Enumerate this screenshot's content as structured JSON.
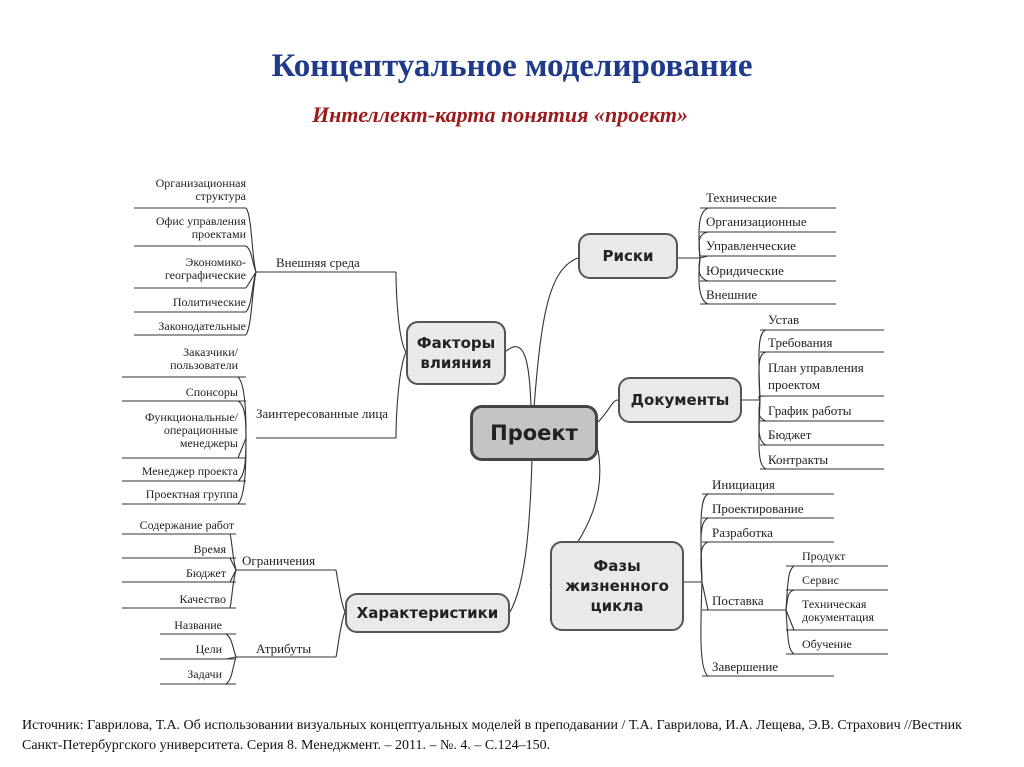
{
  "header": {
    "title": "Концептуальное моделирование",
    "subtitle": "Интеллект-карта понятия «проект»"
  },
  "nodes": {
    "center": "Проект",
    "factors": "Факторы влияния",
    "characteristics": "Характеристики",
    "risks": "Риски",
    "documents": "Документы",
    "phases": "Фазы жизненного цикла"
  },
  "factors": {
    "external": {
      "label": "Внешняя среда",
      "items": [
        "Организационная структура",
        "Офис управления проектами",
        "Экономико-географические",
        "Политические",
        "Законодательные"
      ]
    },
    "stakeholders": {
      "label": "Заинтересованные лица",
      "items": [
        "Заказчики/ пользователи",
        "Спонсоры",
        "Функциональные/ операционные менеджеры",
        "Менеджер проекта",
        "Проектная группа"
      ]
    }
  },
  "characteristics": {
    "constraints": {
      "label": "Ограничения",
      "items": [
        "Содержание работ",
        "Время",
        "Бюджет",
        "Качество"
      ]
    },
    "attributes": {
      "label": "Атрибуты",
      "items": [
        "Название",
        "Цели",
        "Задачи"
      ]
    }
  },
  "risks": {
    "items": [
      "Технические",
      "Организационные",
      "Управленческие",
      "Юридические",
      "Внешние"
    ]
  },
  "documents": {
    "items": [
      "Устав",
      "Требования",
      "План управления проектом",
      "График работы",
      "Бюджет",
      "Контракты"
    ]
  },
  "phases": {
    "items": [
      "Инициация",
      "Проектирование",
      "Разработка",
      "Поставка",
      "Завершение"
    ],
    "delivery_items": [
      "Продукт",
      "Сервис",
      "Техническая документация",
      "Обучение"
    ]
  },
  "source": "Источник: Гаврилова, Т.А. Об использовании визуальных концептуальных моделей в преподавании / Т.А. Гаврилова, И.А. Лещева, Э.В. Страхович //Вестник Санкт-Петербургского университета. Серия 8. Менеджмент. – 2011. – №. 4. – С.124–150."
}
